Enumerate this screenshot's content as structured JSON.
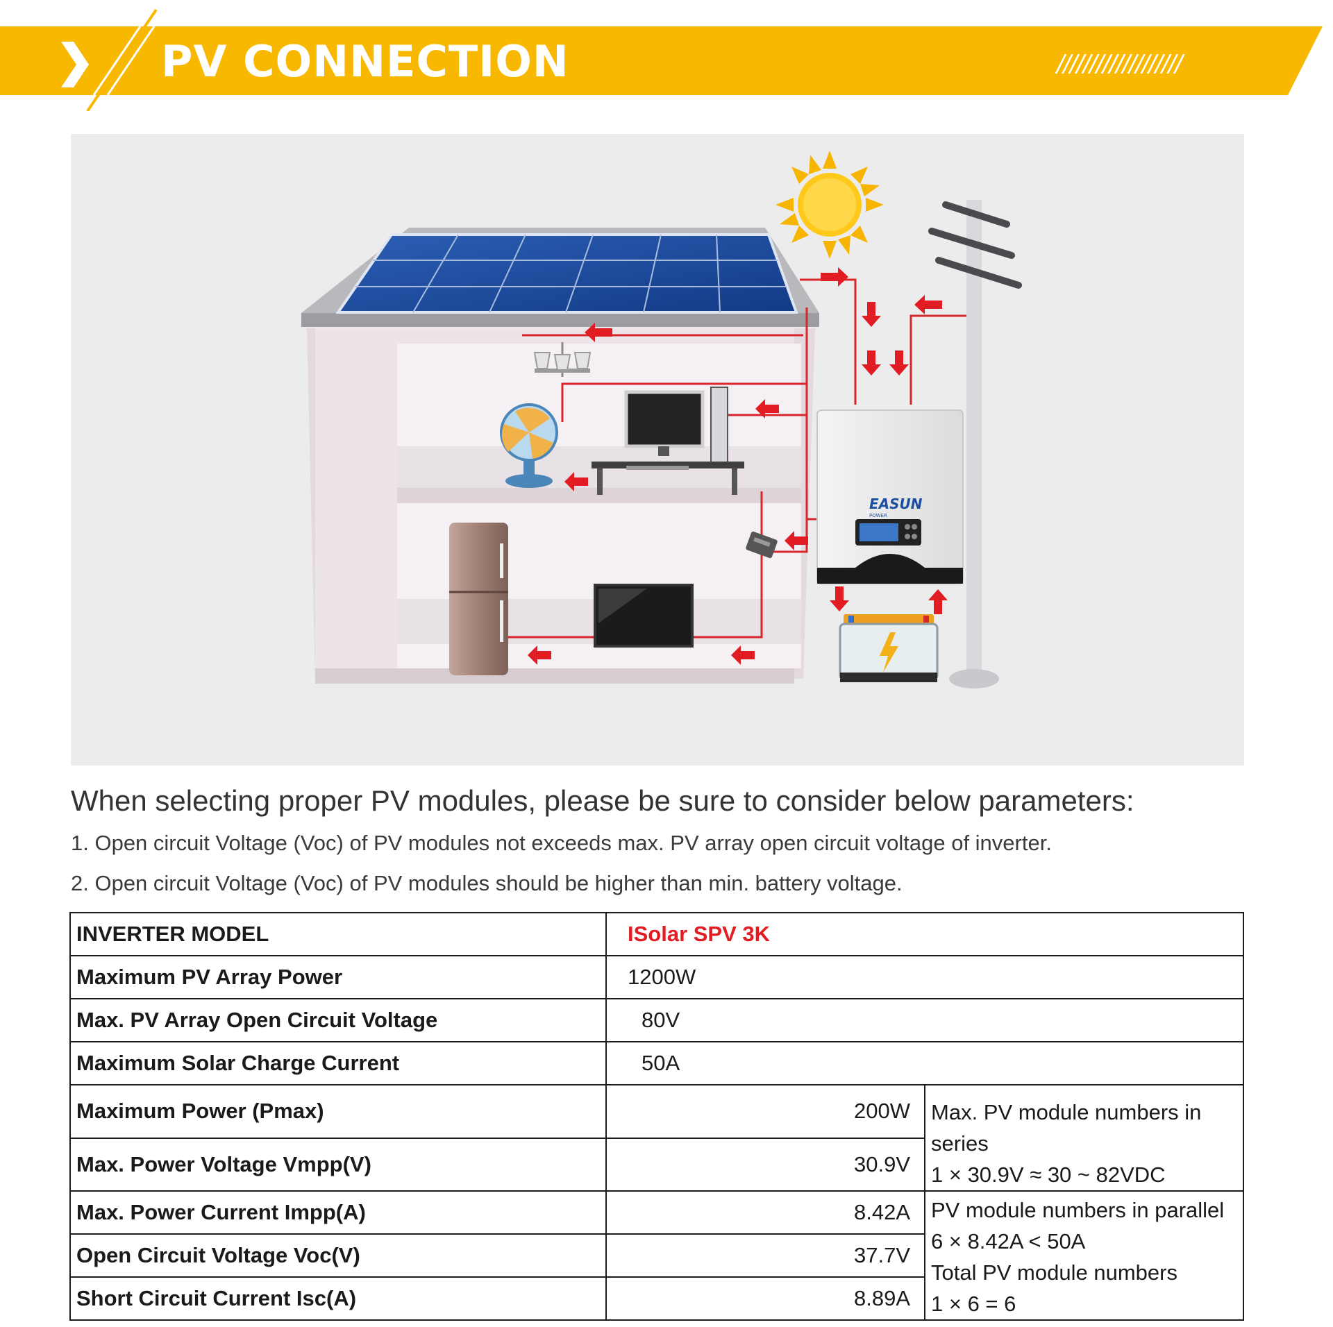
{
  "banner": {
    "title": "PV CONNECTION",
    "decoration": "///////////////////",
    "color": "#f9b800"
  },
  "intro": {
    "heading": "When selecting proper PV modules, please be sure to consider below parameters:",
    "items": [
      "1. Open circuit Voltage (Voc) of PV modules not exceeds max. PV array open circuit voltage of inverter.",
      "2. Open circuit Voltage (Voc) of PV modules should be higher than min. battery voltage."
    ]
  },
  "illustration": {
    "inverter_brand": "EASUN",
    "inverter_brand_sub": "POWER",
    "icons": [
      "sun-icon",
      "solar-panel-icon",
      "house-icon",
      "inverter-icon",
      "battery-icon",
      "utility-pole-icon",
      "ceiling-lamp-icon",
      "desk-fan-icon",
      "computer-icon",
      "refrigerator-icon",
      "television-icon",
      "distribution-box-icon"
    ],
    "arrow_color": "#e11d23"
  },
  "table": {
    "rows": [
      {
        "label": "INVERTER MODEL",
        "value": "ISolar SPV 3K"
      },
      {
        "label": "Maximum PV Array Power",
        "value": "1200W"
      },
      {
        "label": "Max. PV Array Open Circuit Voltage",
        "value": "80V"
      },
      {
        "label": "Maximum Solar Charge Current",
        "value": "50A"
      },
      {
        "label": "Maximum Power (Pmax)",
        "value": "200W"
      },
      {
        "label": "Max. Power Voltage Vmpp(V)",
        "value": "30.9V"
      },
      {
        "label": "Max. Power Current Impp(A)",
        "value": "8.42A"
      },
      {
        "label": "Open Circuit Voltage Voc(V)",
        "value": "37.7V"
      },
      {
        "label": "Short Circuit Current Isc(A)",
        "value": "8.89A"
      }
    ],
    "series_note": [
      "Max. PV module numbers in series",
      "1 × 30.9V ≈  30 ~ 82VDC"
    ],
    "parallel_note": [
      "PV module numbers in parallel",
      "6 × 8.42A < 50A",
      "Total PV module numbers",
      "1 × 6 = 6"
    ]
  }
}
